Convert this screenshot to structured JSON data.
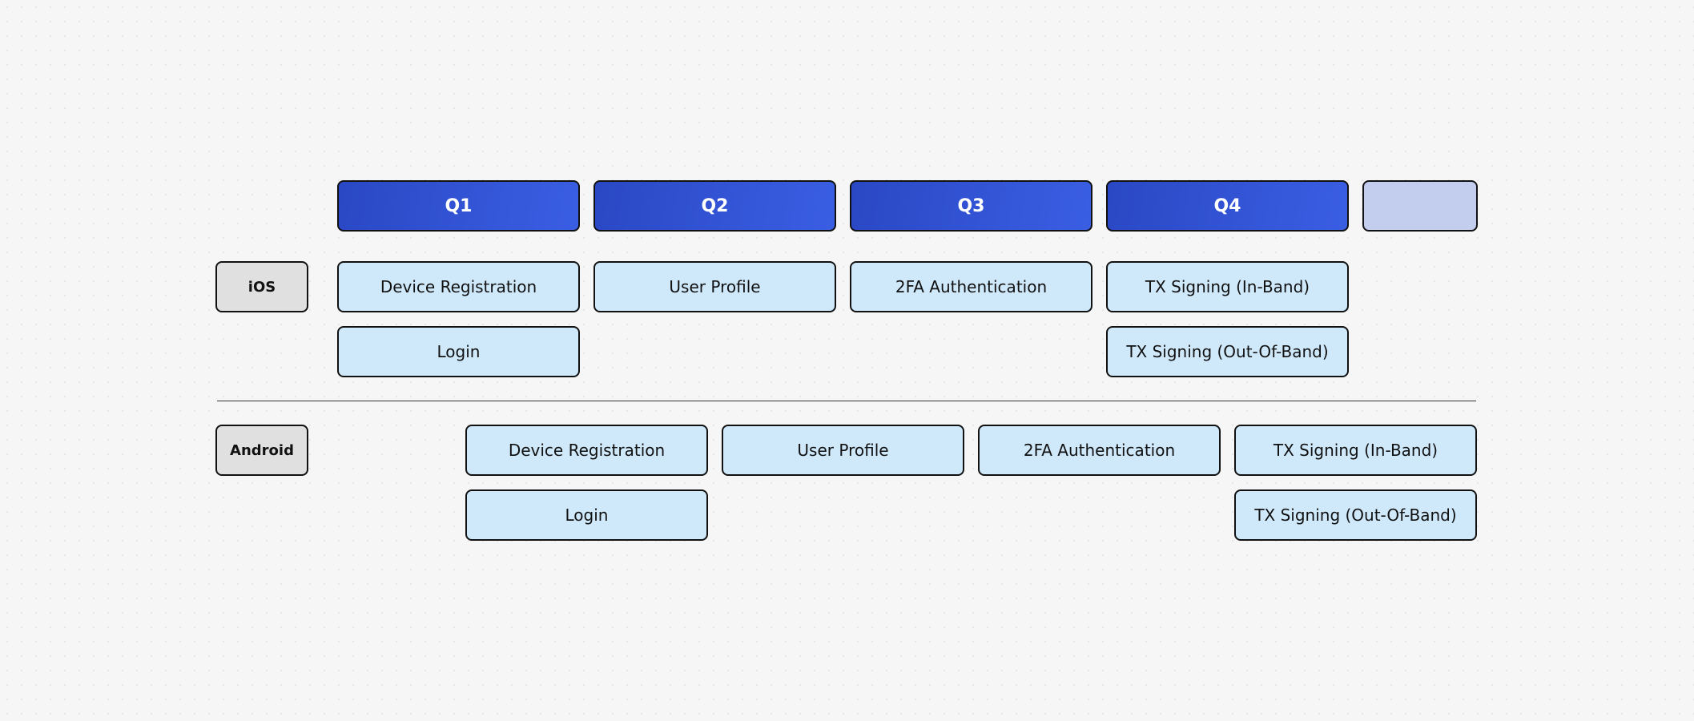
{
  "timeline": {
    "quarters": [
      {
        "label": "Q1"
      },
      {
        "label": "Q2"
      },
      {
        "label": "Q3"
      },
      {
        "label": "Q4"
      },
      {
        "label": ""
      }
    ]
  },
  "platforms": {
    "ios": {
      "label": "iOS",
      "features": [
        {
          "label": "Device Registration"
        },
        {
          "label": "User Profile"
        },
        {
          "label": "2FA Authentication"
        },
        {
          "label": "TX Signing (In-Band)"
        },
        {
          "label": "Login"
        },
        {
          "label": "TX Signing (Out-Of-Band)"
        }
      ]
    },
    "android": {
      "label": "Android",
      "features": [
        {
          "label": "Device Registration"
        },
        {
          "label": "User Profile"
        },
        {
          "label": "2FA Authentication"
        },
        {
          "label": "TX Signing (In-Band)"
        },
        {
          "label": "Login"
        },
        {
          "label": "TX Signing (Out-Of-Band)"
        }
      ]
    }
  },
  "colors": {
    "quarter_header": "#3352d6",
    "quarter_header_light": "#c3cdee",
    "feature_fill": "#cfe9fb",
    "platform_fill": "#e0e0e0",
    "border": "#111111",
    "background": "#f6f6f6"
  }
}
